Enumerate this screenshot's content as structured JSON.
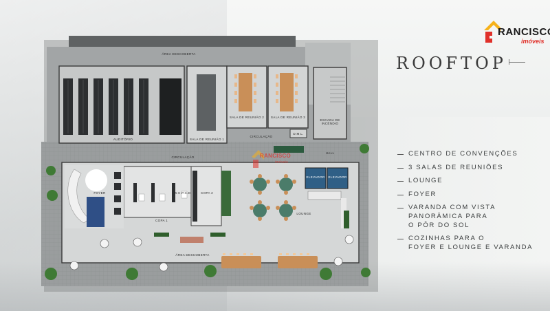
{
  "brand": {
    "name": "RANCISCO",
    "tagline": "imóveis",
    "colors": {
      "red": "#e0302a",
      "yellow": "#f6b21a"
    }
  },
  "title": "ROOFTOP",
  "features": [
    "CENTRO DE CONVENÇÕES",
    "3 SALAS DE REUNIÕES",
    "LOUNGE",
    "FOYER",
    "VARANDA COM VISTA\nPANORÂMICA PARA\nO PÔR DO SOL",
    "COZINHAS PARA O\nFOYER E LOUNGE E VARANDA"
  ],
  "plan": {
    "labels": {
      "area_top": "ÁREA DESCOBERTA",
      "auditorio": "AUDITÓRIO",
      "sala1": "SALA DE REUNIÃO 1",
      "sala2": "SALA DE REUNIÃO 2",
      "sala3": "SALA DE REUNIÃO 3",
      "escada": "ESCADA DE\nINCÊNDIO",
      "circulacao1": "CIRCULAÇÃO",
      "circulacao2": "CIRCULAÇÃO",
      "dml": "D.M.L.",
      "hall": "HALL",
      "foyer": "FOYER",
      "wcpcd": "W.C.P.C.D.",
      "copa1": "COPA 1",
      "copa2": "COPA 2",
      "elevador1": "ELEVADOR",
      "elevador2": "ELEVADOR",
      "lounge": "LOUNGE",
      "area_bottom": "ÁREA DESCOBERTA"
    },
    "watermark": {
      "name": "RANCISCO",
      "tagline": "imóveis"
    }
  }
}
